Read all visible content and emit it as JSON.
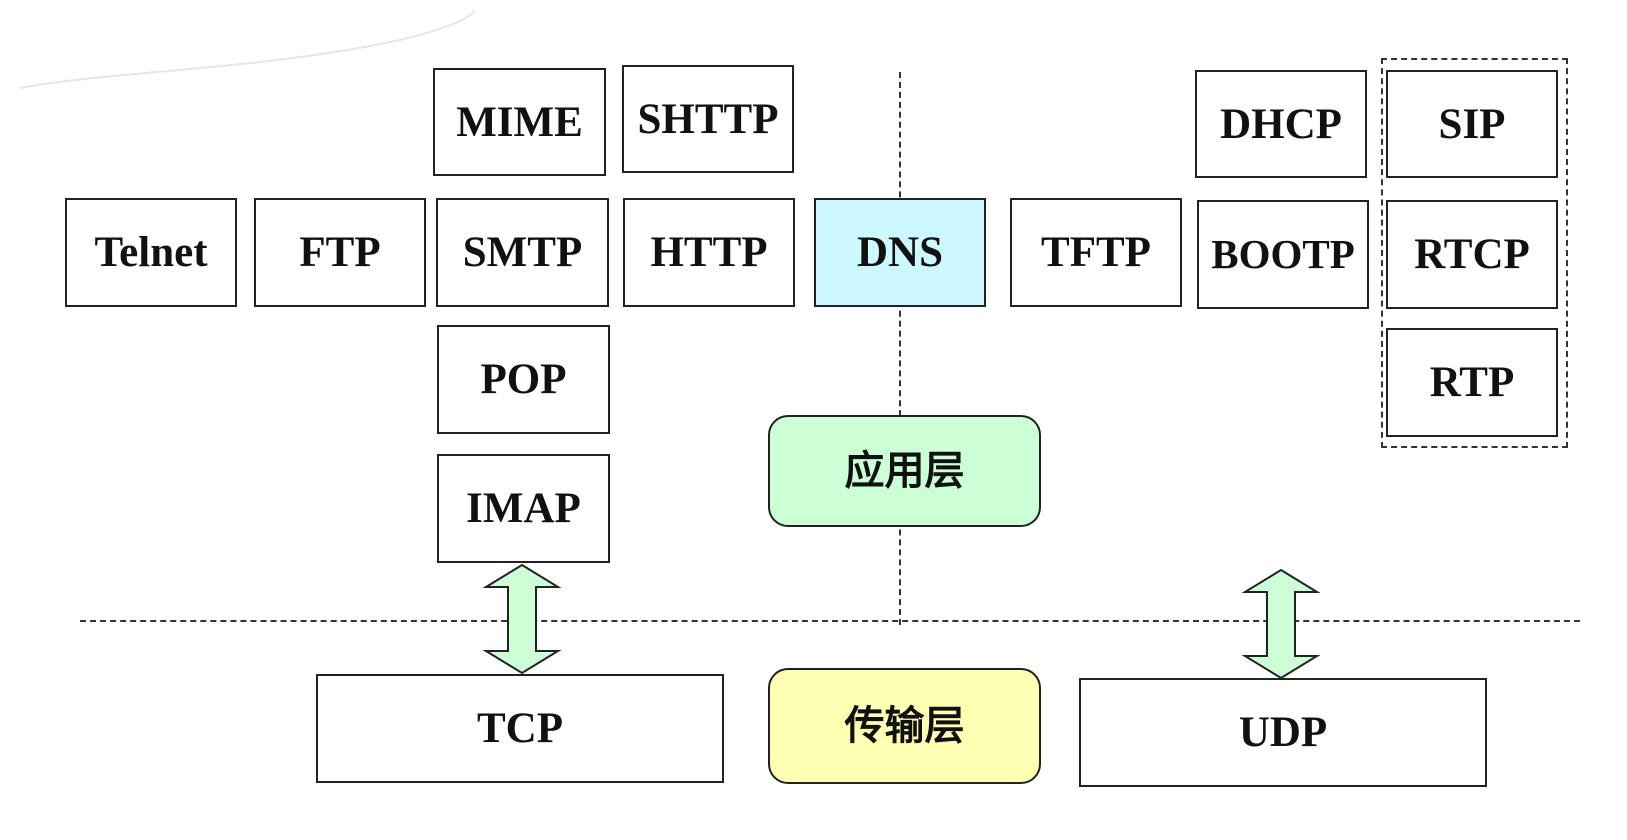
{
  "protocols": {
    "telnet": "Telnet",
    "ftp": "FTP",
    "smtp": "SMTP",
    "http": "HTTP",
    "dns": "DNS",
    "tftp": "TFTP",
    "bootp": "BOOTP",
    "rtcp": "RTCP",
    "mime": "MIME",
    "shttp": "SHTTP",
    "dhcp": "DHCP",
    "sip": "SIP",
    "pop": "POP",
    "imap": "IMAP",
    "rtp": "RTP",
    "tcp": "TCP",
    "udp": "UDP"
  },
  "layers": {
    "application": "应用层",
    "transport": "传输层"
  },
  "colors": {
    "dns_fill": "#ccf8ff",
    "application_fill": "#ccffd6",
    "transport_fill": "#ffffb3",
    "arrow_fill": "#ccffd6",
    "border": "#222222"
  },
  "icons": {
    "tcp_link": "double-headed-arrow-icon",
    "udp_link": "double-headed-arrow-icon"
  }
}
